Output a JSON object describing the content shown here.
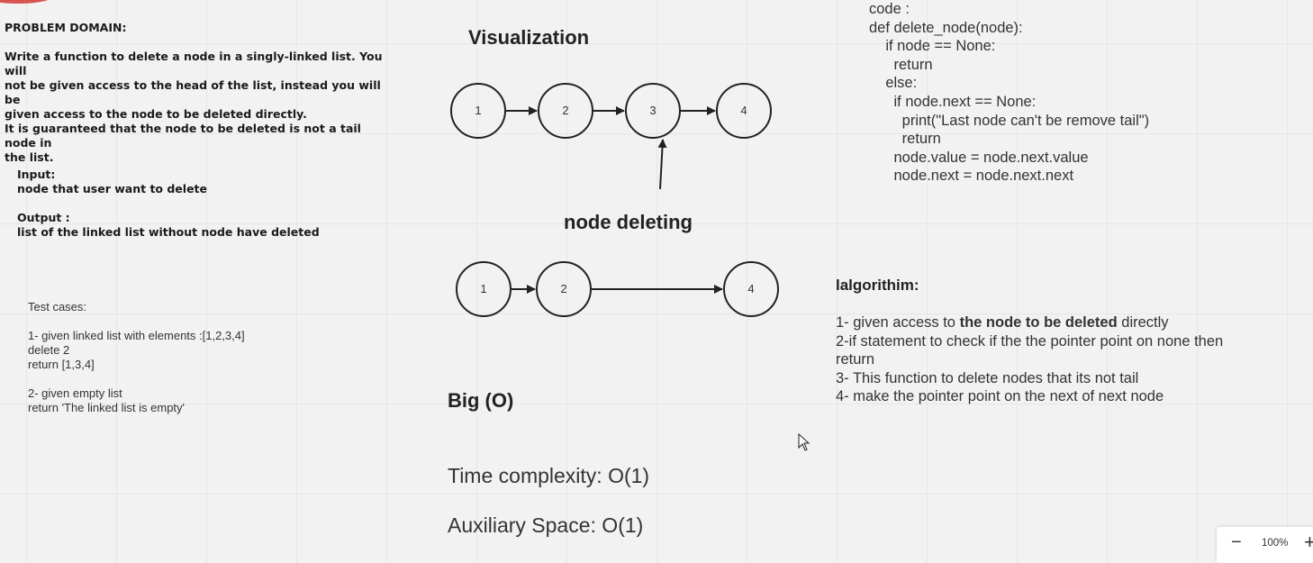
{
  "problem": {
    "title": "PROBLEM DOMAIN:",
    "lines": [
      "Write a function to delete a node in a singly-linked list. You will",
      "not be given access to the head of the list, instead you will be",
      "given access to the node to be deleted directly.",
      "It is guaranteed that the node to be deleted is not a tail node in",
      "the list."
    ]
  },
  "io": {
    "input_label": "Input:",
    "input_text": "node that user want to delete",
    "output_label": "Output :",
    "output_text": "list of the linked list without node have deleted"
  },
  "tests": {
    "title": "Test cases:",
    "case1": [
      "1- given linked list with elements :[1,2,3,4]",
      "delete 2",
      "return [1,3,4]"
    ],
    "case2": [
      "2- given empty list",
      "return 'The linked list is empty'"
    ]
  },
  "visualization": {
    "title": "Visualization",
    "top_nodes": [
      "1",
      "2",
      "3",
      "4"
    ],
    "deleting_title": "node deleting",
    "bottom_nodes": [
      "1",
      "2",
      "4"
    ]
  },
  "complexity": {
    "title": "Big (O)",
    "time": "Time complexity: O(1)",
    "space": "Auxiliary Space: O(1)"
  },
  "code": {
    "lines": [
      "code :",
      "def delete_node(node):",
      "    if node == None:",
      "      return",
      "    else:",
      "      if node.next == None:",
      "        print(\"Last node can't be remove tail\")",
      "        return",
      "      node.value = node.next.value",
      "      node.next = node.next.next"
    ]
  },
  "algorithm": {
    "title": "lalgorithim:",
    "step1_prefix": "1- given access to ",
    "step1_bold": "the node to be deleted",
    "step1_suffix": " directly",
    "step2": "2-if statement to check if the the pointer point on none then return",
    "step3": "3- This function to delete nodes that its not tail",
    "step4": "4- make the pointer point on the next of next node"
  },
  "zoom": {
    "minus": "−",
    "level": "100%",
    "plus": "+"
  }
}
